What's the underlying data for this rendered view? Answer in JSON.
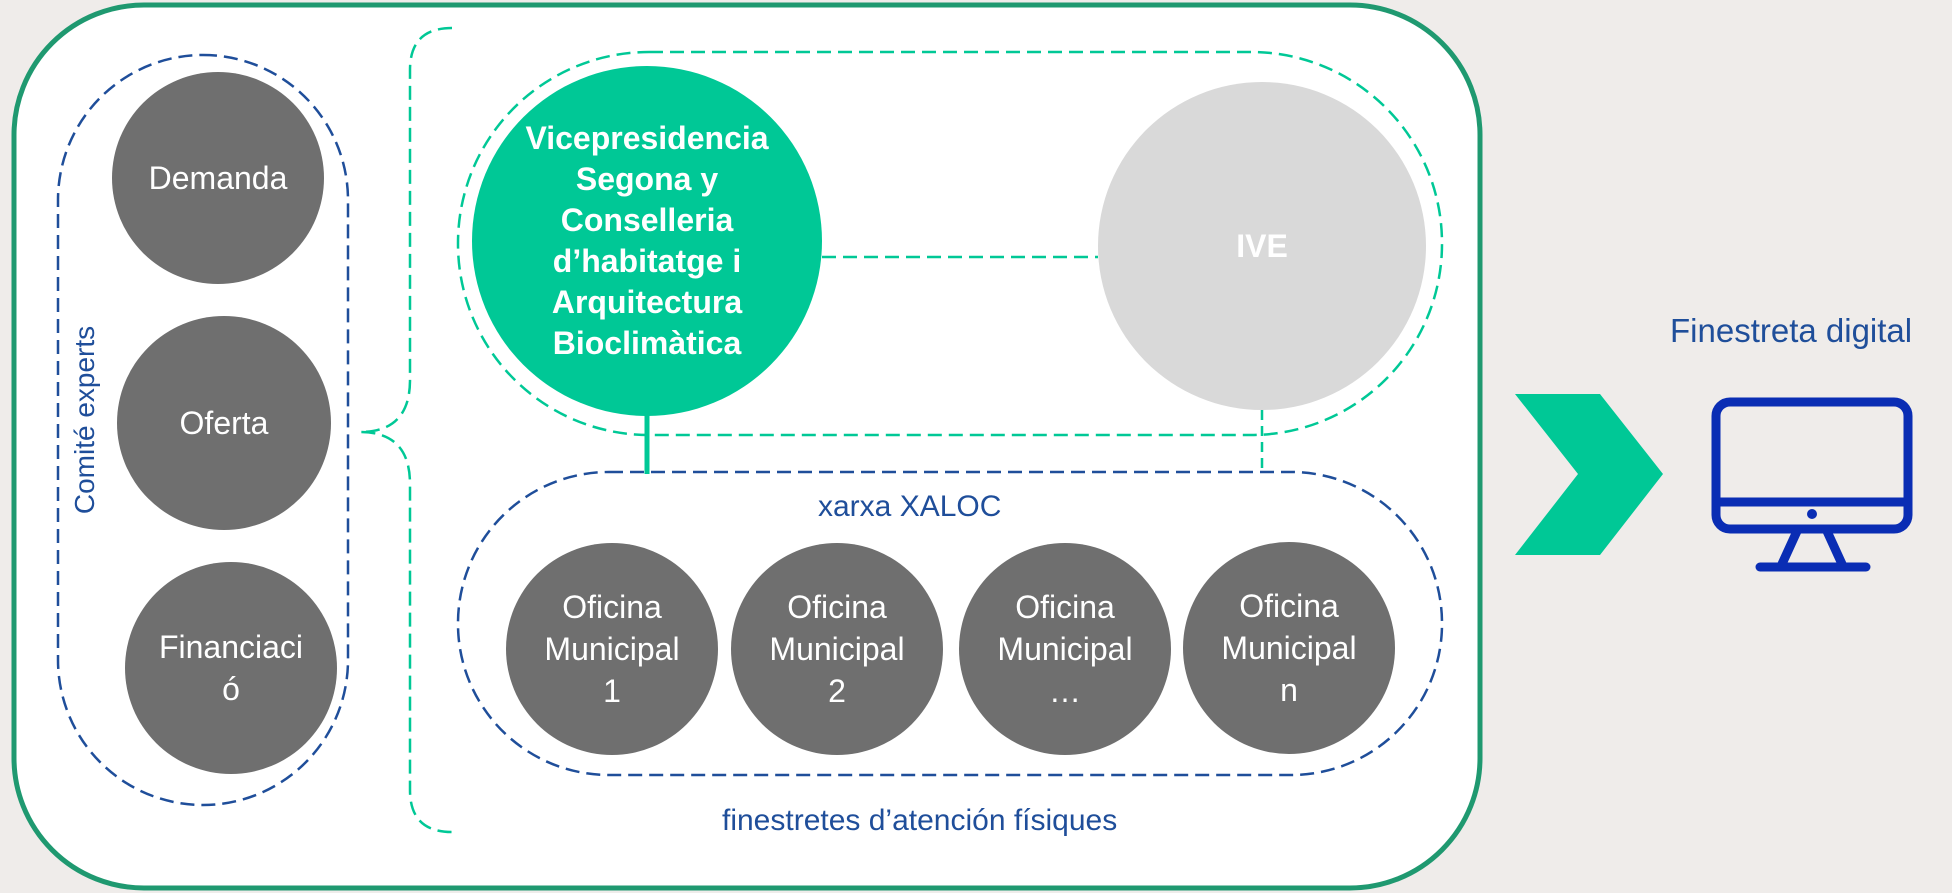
{
  "committee": {
    "label": "Comité experts",
    "items": [
      {
        "label": "Demanda"
      },
      {
        "label": "Oferta"
      },
      {
        "label": "Financiaci\nó"
      }
    ]
  },
  "vicepresidency": {
    "label": "Vicepresidencia\nSegona y\nConselleria\nd’habitatge i\nArquitectura\nBioclimàtica"
  },
  "ive": {
    "label": "IVE"
  },
  "network": {
    "label": "xarxa XALOC",
    "offices": [
      {
        "label": "Oficina\nMunicipal\n1"
      },
      {
        "label": "Oficina\nMunicipal\n2"
      },
      {
        "label": "Oficina\nMunicipal\n…"
      },
      {
        "label": "Oficina\nMunicipal\nn"
      }
    ]
  },
  "physical_windows": {
    "label": "finestretes d’atención físiques"
  },
  "digital_window": {
    "label": "Finestreta digital",
    "icon": "monitor-icon"
  },
  "colors": {
    "green": "#00c896",
    "outer_border": "#1f9970",
    "blue": "#1f4e9a",
    "grey_circle": "#6f6f6f",
    "light_circle": "#d9d9d9",
    "monitor": "#0a2db4"
  }
}
